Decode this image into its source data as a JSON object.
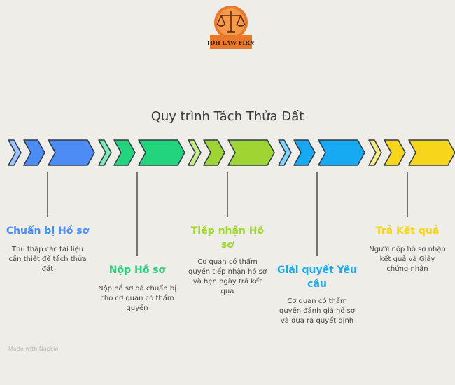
{
  "logo": {
    "text": "TDH LAW FIRM"
  },
  "title": "Quy trình Tách Thửa Đất",
  "steps": [
    {
      "title": "Chuẩn bị Hồ sơ",
      "desc": "Thu thập các tài liệu cần thiết để tách thửa đất",
      "color": "#4b8df5",
      "light": "#9cc3ff"
    },
    {
      "title": "Nộp Hồ sơ",
      "desc": "Nộp hồ sơ đã chuẩn bị cho cơ quan có thẩm quyền",
      "color": "#22d47c",
      "light": "#7ee9b4"
    },
    {
      "title": "Tiếp nhận Hồ sơ",
      "desc": "Cơ quan có thẩm quyền tiếp nhận hồ sơ và hẹn ngày trả kết quả",
      "color": "#9ed533",
      "light": "#c8ec83"
    },
    {
      "title": "Giải quyết Yêu cầu",
      "desc": "Cơ quan có thẩm quyền đánh giá hồ sơ và đưa ra quyết định",
      "color": "#17aaf2",
      "light": "#7fd3fb"
    },
    {
      "title": "Trả Kết quả",
      "desc": "Người nộp hồ sơ nhận kết quả và Giấy chứng nhận",
      "color": "#f6d51b",
      "light": "#fbe97c"
    }
  ],
  "footer": "Made with  Napkin"
}
